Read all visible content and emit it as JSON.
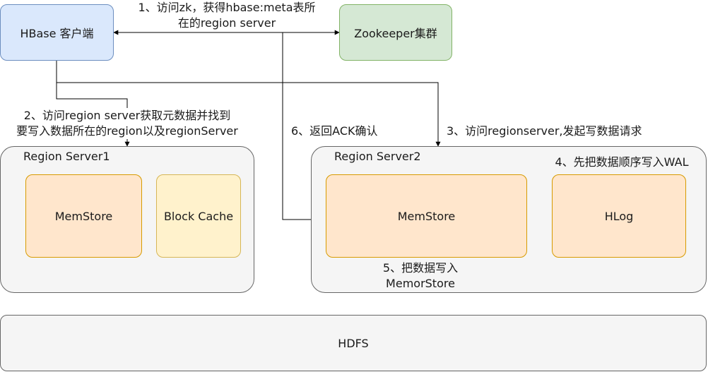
{
  "nodes": {
    "client": "HBase 客户端",
    "zookeeper": "Zookeeper集群",
    "rs1": {
      "title": "Region Server1",
      "memstore": "MemStore",
      "blockcache": "Block Cache"
    },
    "rs2": {
      "title": "Region Server2",
      "memstore": "MemStore",
      "hlog": "HLog"
    },
    "hdfs": "HDFS"
  },
  "edges": {
    "step1": {
      "line1": "1、访问zk，获得hbase:meta表所",
      "line2": "在的region server"
    },
    "step2": {
      "line1": "2、访问region server获取元数据并找到",
      "line2": "要写入数据所在的region以及regionServer"
    },
    "step3": "3、访问regionserver,发起写数据请求",
    "step4": "4、先把数据顺序写入WAL",
    "step5": {
      "line1": "5、把数据写入",
      "line2": "MemorStore"
    },
    "step6": "6、返回ACK确认"
  },
  "colors": {
    "blue_fill": "#dae8fc",
    "green_fill": "#d5e8d4",
    "orange_fill": "#ffe6cc",
    "yellow_fill": "#fff2cc",
    "container_fill": "#f5f5f5"
  }
}
